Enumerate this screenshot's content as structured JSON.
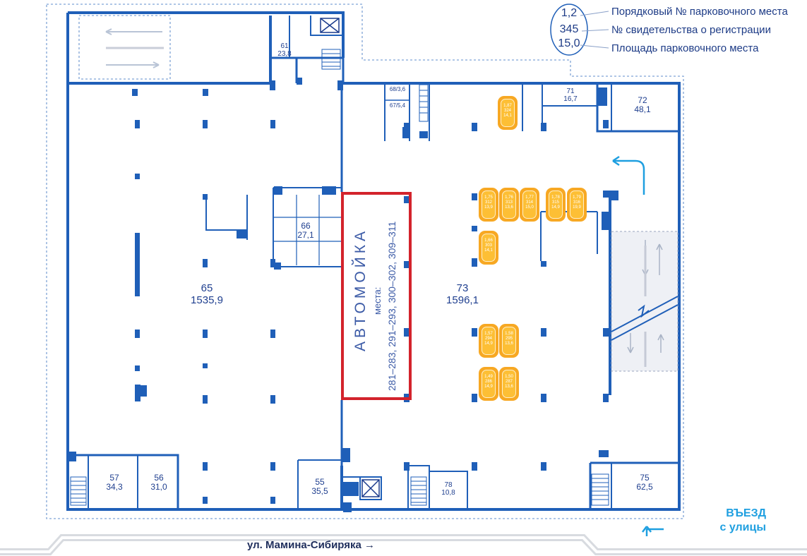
{
  "legend": {
    "sample_number": "1,2",
    "sample_certificate": "345",
    "sample_area": "15,0",
    "line_number": "Порядковый № парковочного места",
    "line_certificate": "№ свидетельства о регистрации",
    "line_area": "Площадь парковочного места"
  },
  "rooms": {
    "r65": {
      "num": "65",
      "area": "1535,9"
    },
    "r73": {
      "num": "73",
      "area": "1596,1"
    },
    "r66": {
      "num": "66",
      "area": "27,1"
    },
    "r61": {
      "num": "61",
      "area": "23,8"
    },
    "r68": {
      "label": "68/3,6"
    },
    "r67": {
      "label": "67/5,4"
    },
    "r71": {
      "num": "71",
      "area": "16,7"
    },
    "r72": {
      "num": "72",
      "area": "48,1"
    },
    "r57": {
      "num": "57",
      "area": "34,3"
    },
    "r56": {
      "num": "56",
      "area": "31,0"
    },
    "r55": {
      "num": "55",
      "area": "35,5"
    },
    "r78": {
      "num": "78",
      "area": "10,8"
    },
    "r75": {
      "num": "75",
      "area": "62,5"
    }
  },
  "car_wash": {
    "title": "АВТОМОЙКА",
    "places_label": "места:",
    "places": "281–283, 291–293, 300–302, 309–311"
  },
  "parking_spots": [
    {
      "num": "1,87",
      "cert": "324",
      "area": "14,1"
    },
    {
      "num": "1,75",
      "cert": "312",
      "area": "13,9"
    },
    {
      "num": "1,76",
      "cert": "313",
      "area": "13,6"
    },
    {
      "num": "1,77",
      "cert": "314",
      "area": "15,0"
    },
    {
      "num": "1,78",
      "cert": "315",
      "area": "14,9"
    },
    {
      "num": "1,79",
      "cert": "316",
      "area": "19,9"
    },
    {
      "num": "1,66",
      "cert": "303",
      "area": "14,1"
    },
    {
      "num": "1,57",
      "cert": "294",
      "area": "14,9"
    },
    {
      "num": "1,58",
      "cert": "295",
      "area": "13,6"
    },
    {
      "num": "1,49",
      "cert": "286",
      "area": "14,9"
    },
    {
      "num": "1,50",
      "cert": "287",
      "area": "13,6"
    }
  ],
  "street": "ул. Мамина-Сибиряка →",
  "entry": {
    "line1": "ВЪЕЗД",
    "line2": "с улицы"
  },
  "colors": {
    "wall": "#1f5fb8",
    "wall_dark": "#1848a0",
    "spot": "#f7a823",
    "car_wash_border": "#d3232c",
    "entry": "#1e9fe0",
    "ramp_fill": "#eef0f5"
  }
}
